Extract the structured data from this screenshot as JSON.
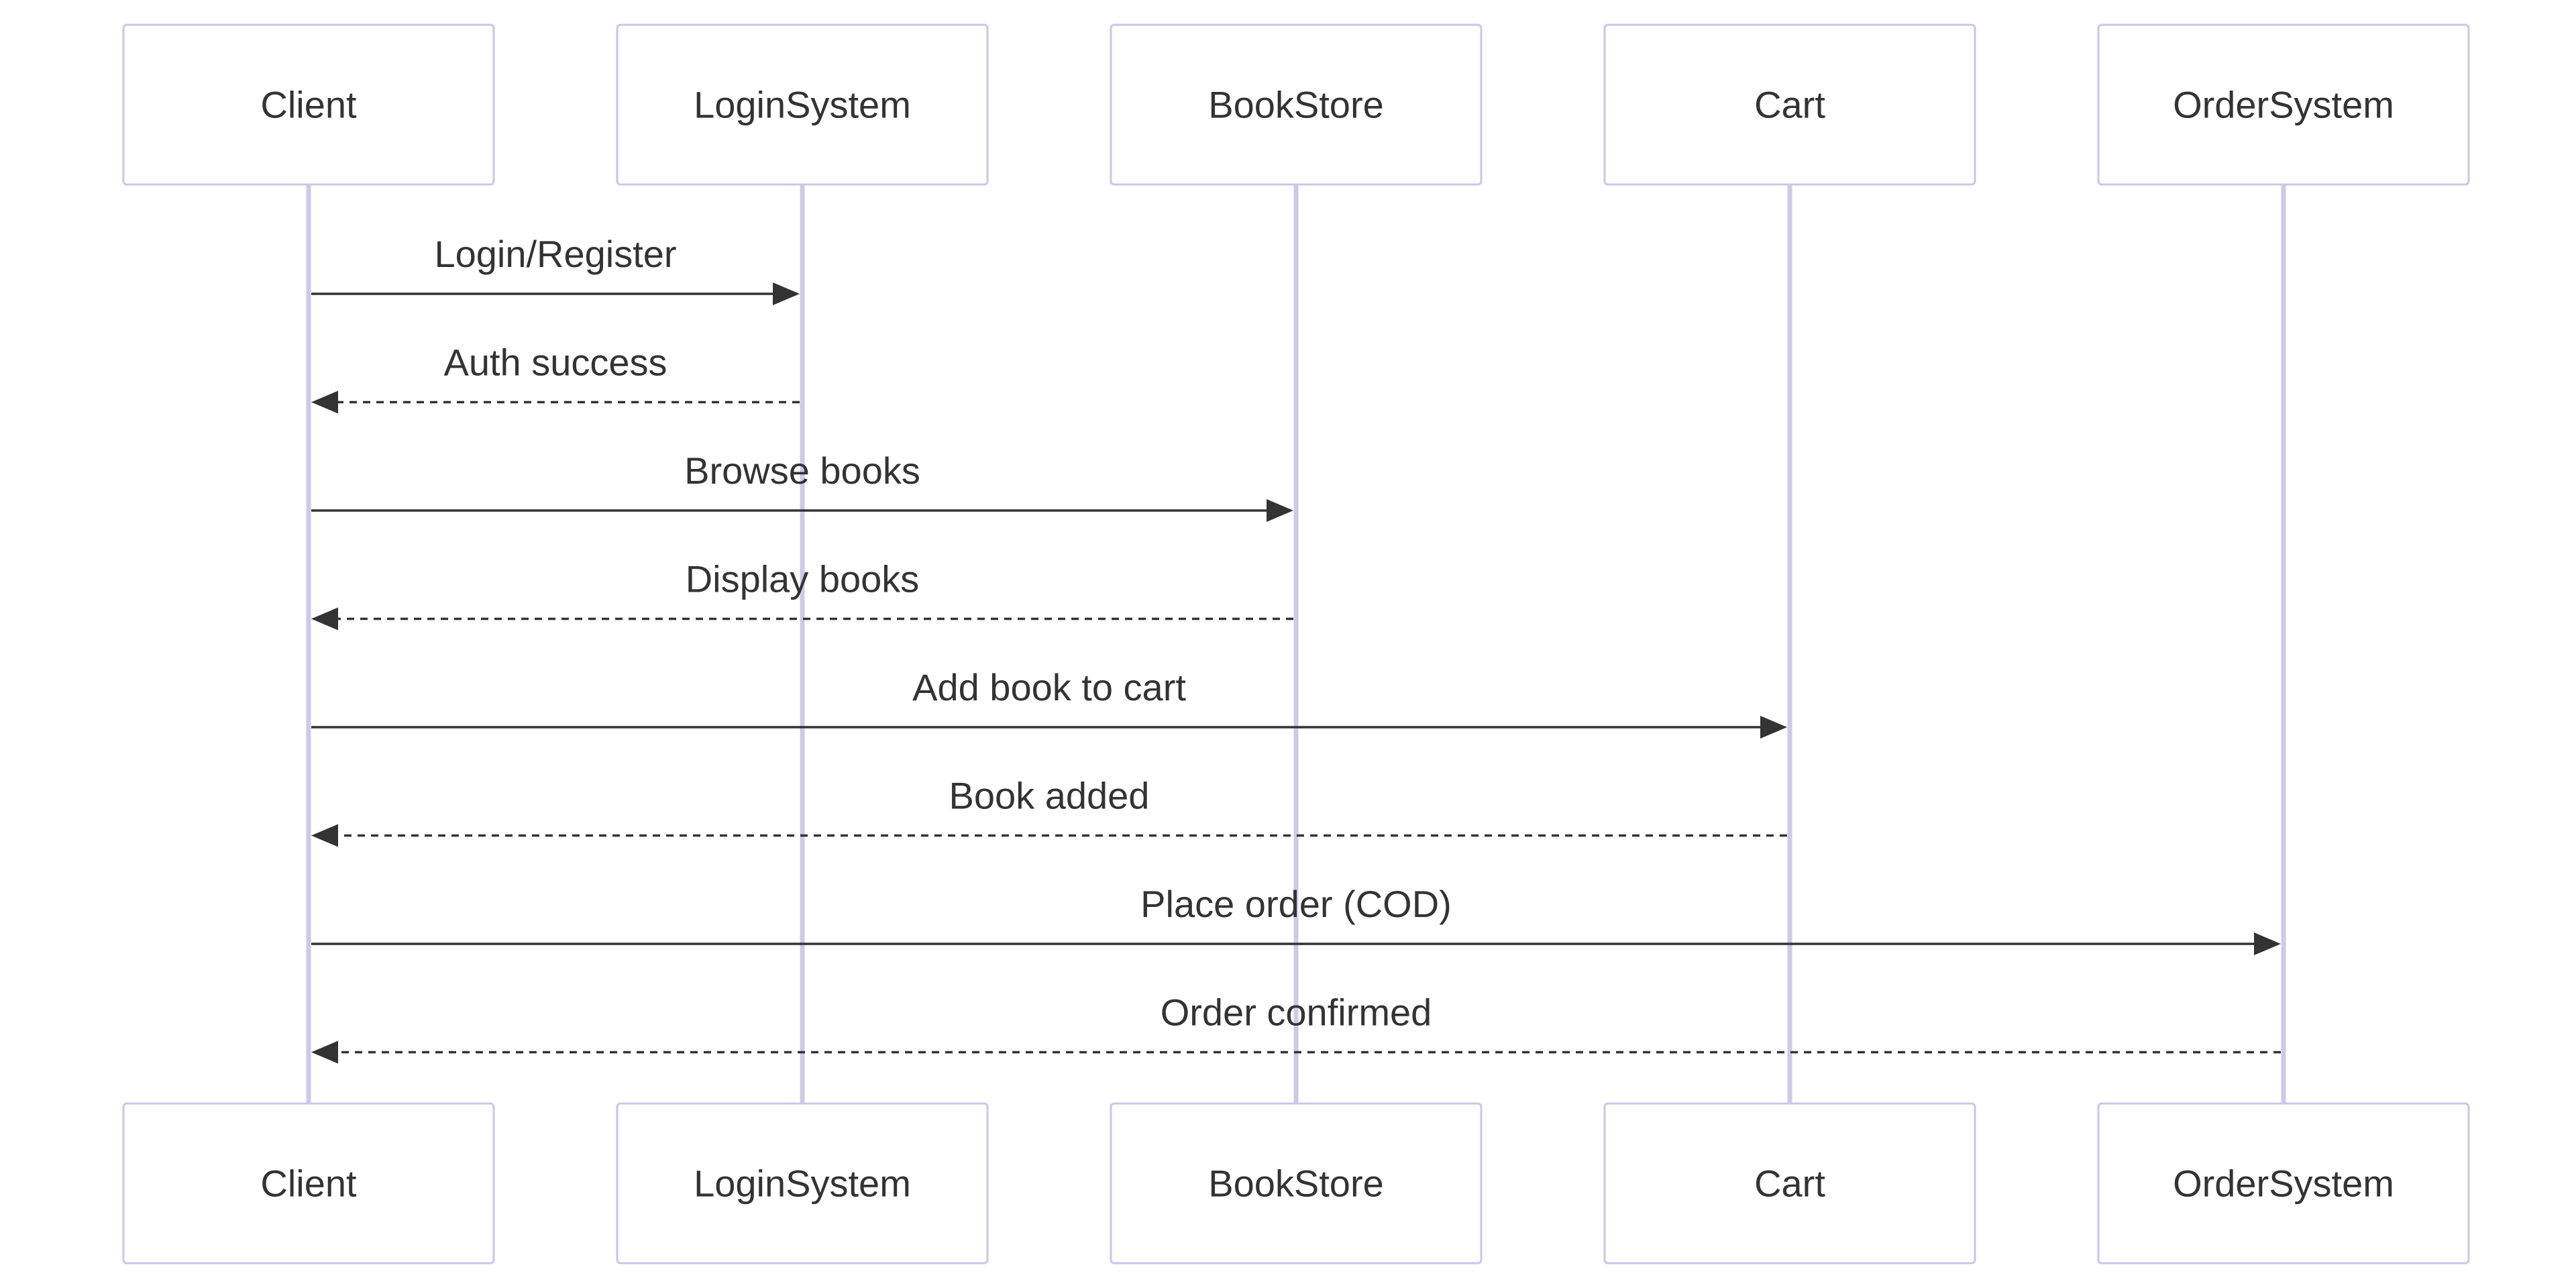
{
  "diagram": {
    "type": "sequence",
    "participants": [
      {
        "id": "client",
        "label": "Client"
      },
      {
        "id": "login",
        "label": "LoginSystem"
      },
      {
        "id": "store",
        "label": "BookStore"
      },
      {
        "id": "cart",
        "label": "Cart"
      },
      {
        "id": "order",
        "label": "OrderSystem"
      }
    ],
    "messages": [
      {
        "from": "client",
        "to": "login",
        "label": "Login/Register",
        "style": "solid"
      },
      {
        "from": "login",
        "to": "client",
        "label": "Auth success",
        "style": "dashed"
      },
      {
        "from": "client",
        "to": "store",
        "label": "Browse books",
        "style": "solid"
      },
      {
        "from": "store",
        "to": "client",
        "label": "Display books",
        "style": "dashed"
      },
      {
        "from": "client",
        "to": "cart",
        "label": "Add book to cart",
        "style": "solid"
      },
      {
        "from": "cart",
        "to": "client",
        "label": "Book added",
        "style": "dashed"
      },
      {
        "from": "client",
        "to": "order",
        "label": "Place order (COD)",
        "style": "solid"
      },
      {
        "from": "order",
        "to": "client",
        "label": "Order confirmed",
        "style": "dashed"
      }
    ]
  },
  "colors": {
    "actor_border": "#c9c6ea",
    "lifeline": "#cdcae8",
    "text": "#333333",
    "arrow": "#333333",
    "background": "#ffffff"
  }
}
